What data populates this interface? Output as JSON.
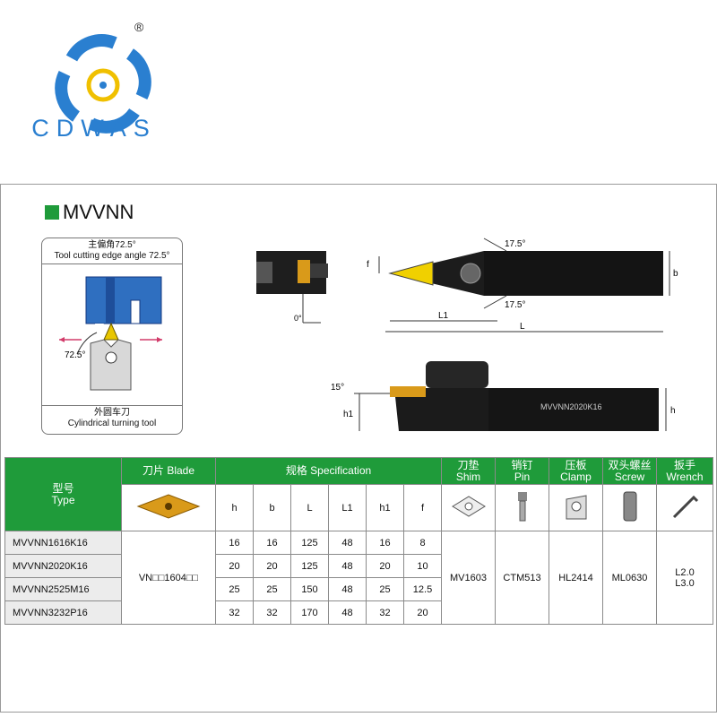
{
  "logo": {
    "brand": "CDWAS",
    "registered": "®"
  },
  "title": "MVVNN",
  "angle_box": {
    "top_cn": "主偏角72.5°",
    "top_en": "Tool cutting edge angle 72.5°",
    "angle_label": "72.5°",
    "bottom_cn": "外圆车刀",
    "bottom_en": "Cylindrical turning tool"
  },
  "drawing": {
    "top_angle_a": "17.5°",
    "top_angle_b": "17.5°",
    "zero_angle": "0°",
    "dim_f": "f",
    "dim_b": "b",
    "dim_L1": "L1",
    "dim_L": "L",
    "side_angle": "15°",
    "dim_h1": "h1",
    "dim_h": "h",
    "marking": "MVVNN2020K16"
  },
  "table": {
    "headers": {
      "type_cn": "型号",
      "type_en": "Type",
      "blade": "刀片 Blade",
      "spec": "规格 Specification",
      "shim_cn": "刀垫",
      "shim_en": "Shim",
      "pin_cn": "销钉",
      "pin_en": "Pin",
      "clamp_cn": "压板",
      "clamp_en": "Clamp",
      "screw_cn": "双头螺丝",
      "screw_en": "Screw",
      "wrench_cn": "扳手",
      "wrench_en": "Wrench"
    },
    "spec_columns": [
      "h",
      "b",
      "L",
      "L1",
      "h1",
      "f"
    ],
    "rows": [
      {
        "type": "MVVNN1616K16",
        "values": [
          "16",
          "16",
          "125",
          "48",
          "16",
          "8"
        ]
      },
      {
        "type": "MVVNN2020K16",
        "values": [
          "20",
          "20",
          "125",
          "48",
          "20",
          "10"
        ]
      },
      {
        "type": "MVVNN2525M16",
        "values": [
          "25",
          "25",
          "150",
          "48",
          "25",
          "12.5"
        ]
      },
      {
        "type": "MVVNN3232P16",
        "values": [
          "32",
          "32",
          "170",
          "48",
          "32",
          "20"
        ]
      }
    ],
    "blade_value": "VN□□1604□□",
    "shim_value": "MV1603",
    "pin_value": "CTM513",
    "clamp_value": "HL2414",
    "screw_value": "ML0630",
    "wrench_value_1": "L2.0",
    "wrench_value_2": "L3.0"
  },
  "colors": {
    "brand_blue": "#2a7fd0",
    "header_green": "#1f9b3a",
    "insert_gold": "#d99a1a",
    "workpiece_blue": "#2f6fc0"
  }
}
